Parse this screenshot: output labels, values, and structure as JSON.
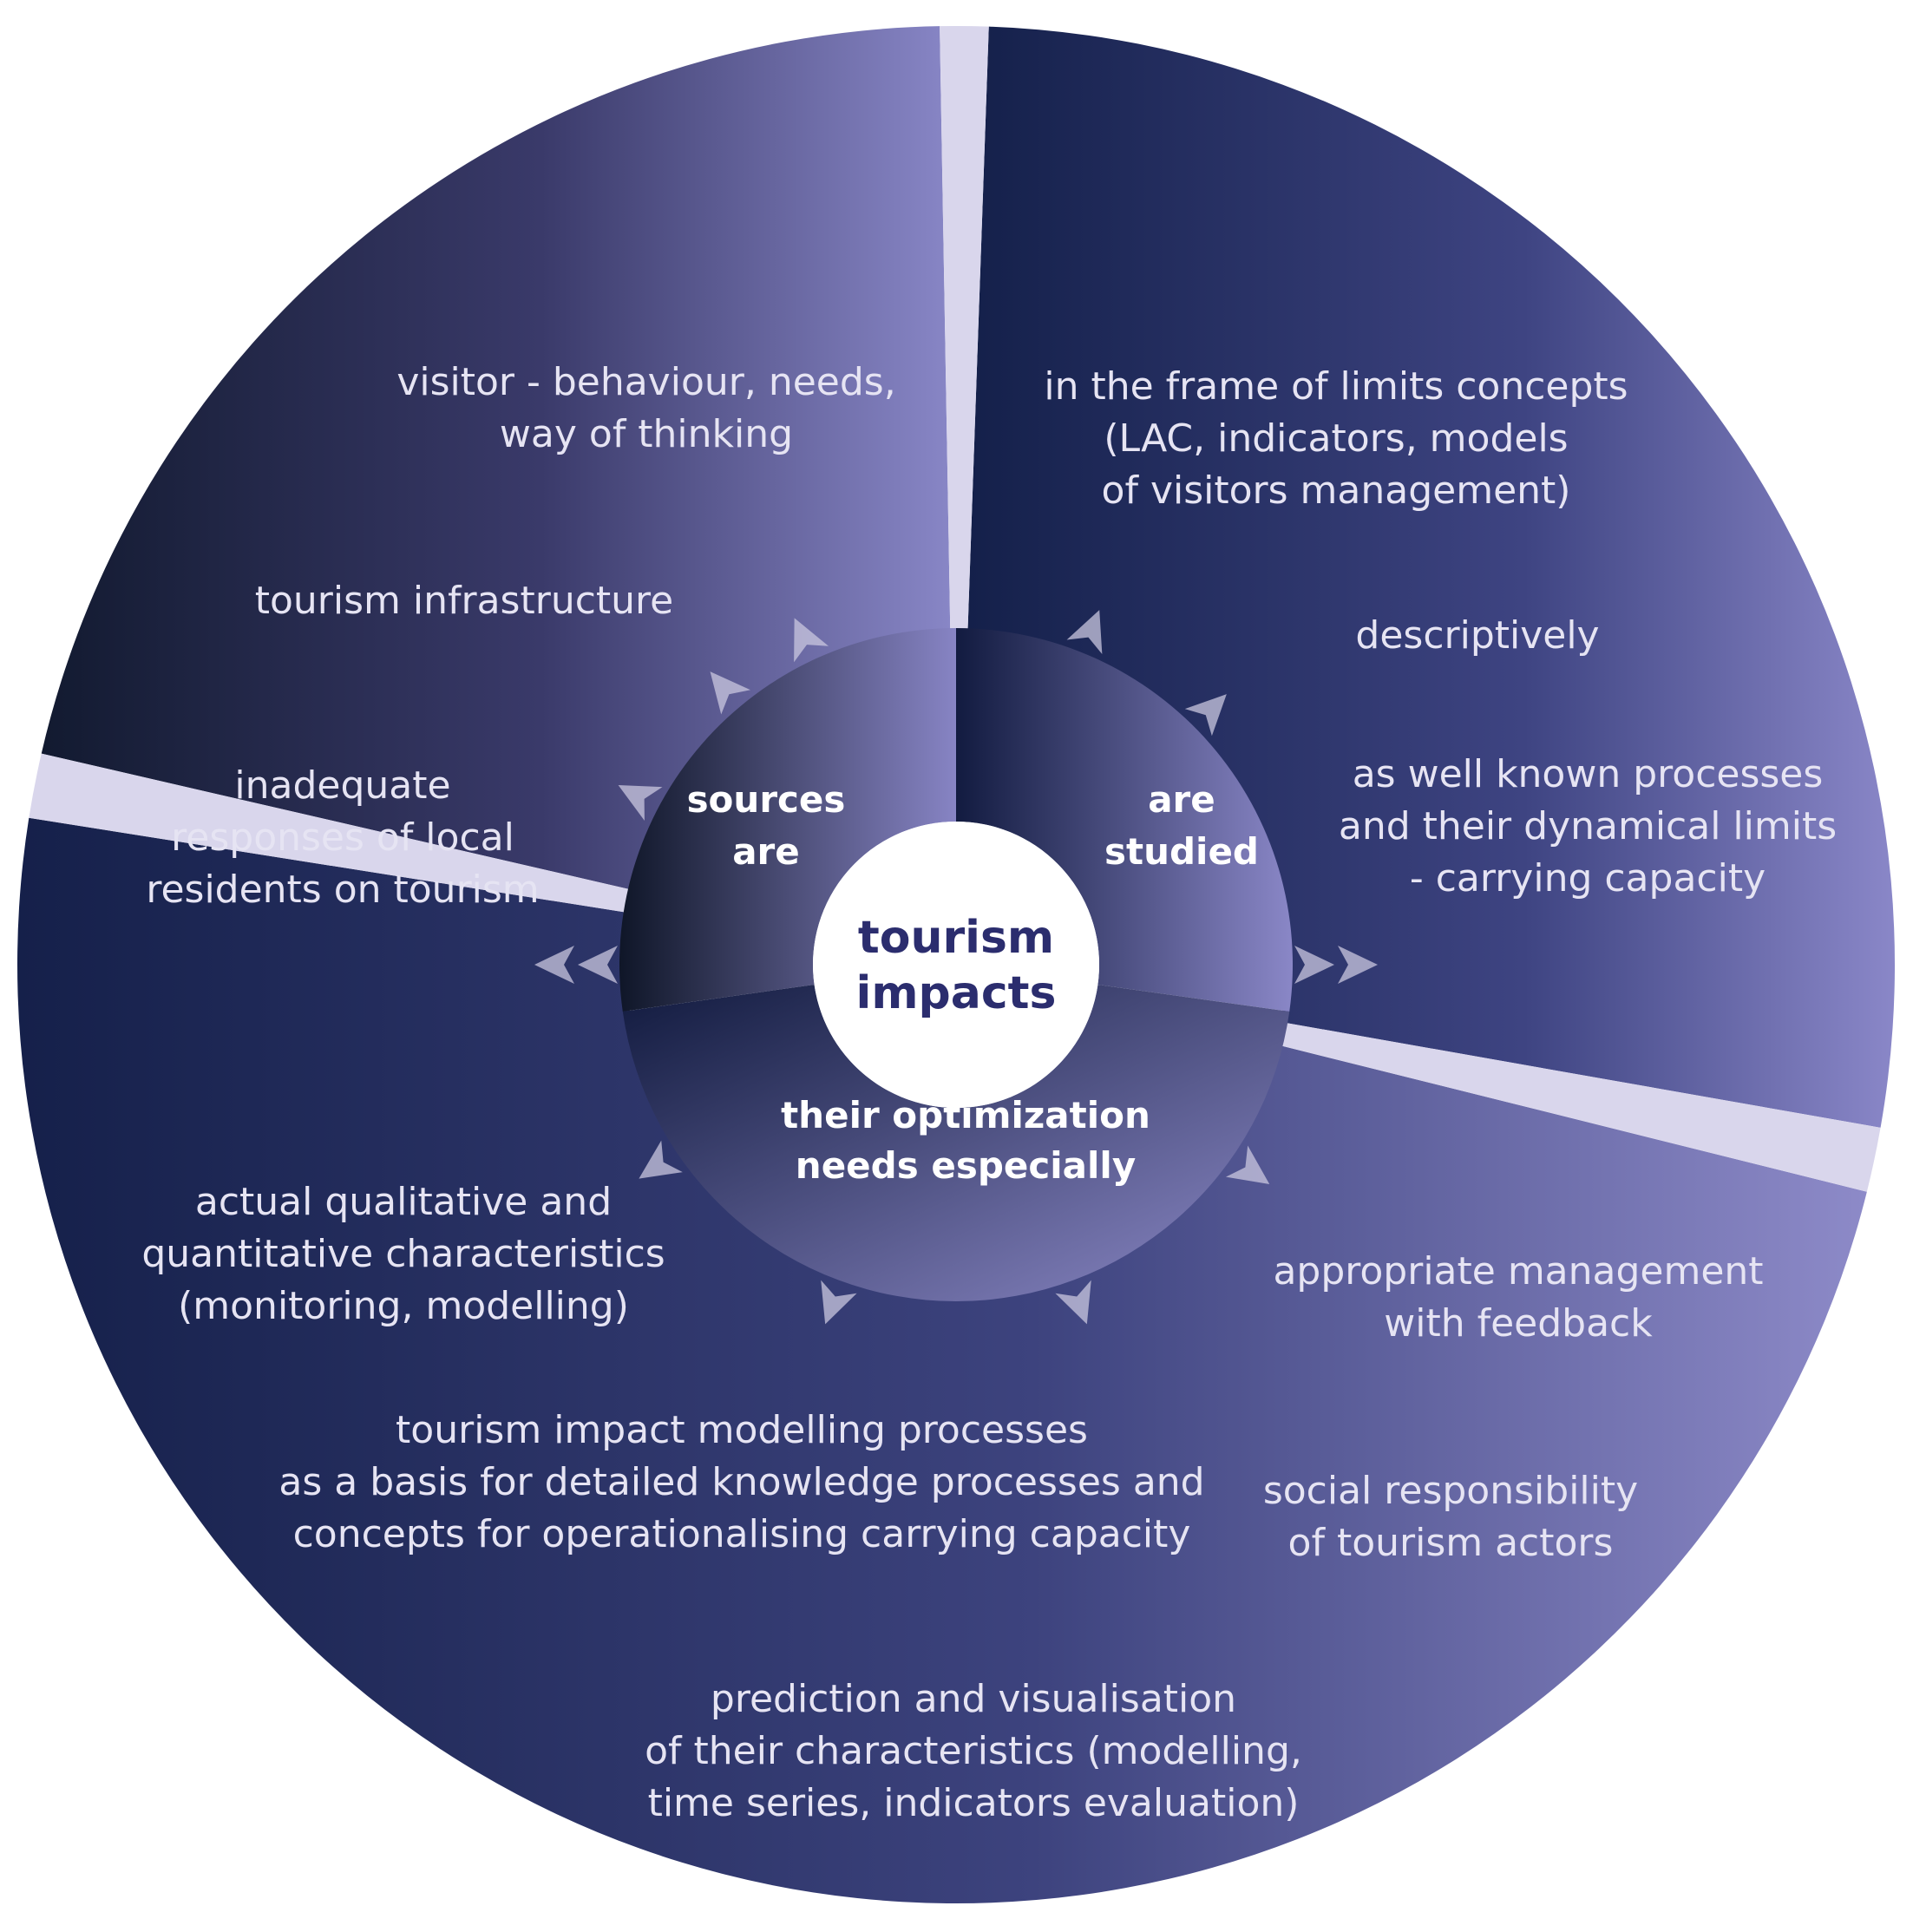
{
  "center": {
    "title_line1": "tourism",
    "title_line2": "impacts"
  },
  "ring": {
    "sources": [
      "sources",
      "are"
    ],
    "studied": [
      "are",
      "studied"
    ],
    "optimization": [
      "their optimization",
      "needs especially"
    ]
  },
  "sectors": {
    "sources": {
      "items": [
        {
          "lines": [
            "visitor - behaviour, needs,",
            "way of thinking"
          ]
        },
        {
          "lines": [
            "tourism infrastructure"
          ]
        },
        {
          "lines": [
            "inadequate",
            "responses of local",
            "residents on tourism"
          ]
        }
      ]
    },
    "studied": {
      "items": [
        {
          "lines": [
            "in the frame of limits concepts",
            "(LAC, indicators, models",
            "of visitors management)"
          ]
        },
        {
          "lines": [
            "descriptively"
          ]
        },
        {
          "lines": [
            "as well known processes",
            "and their dynamical limits",
            "- carrying capacity"
          ]
        }
      ]
    },
    "optimization": {
      "items": [
        {
          "lines": [
            "actual qualitative and",
            "quantitative characteristics",
            "(monitoring, modelling)"
          ]
        },
        {
          "lines": [
            "appropriate management",
            "with feedback"
          ]
        },
        {
          "lines": [
            "tourism impact modelling processes",
            "as a basis for detailed knowledge processes and",
            "concepts for operationalising carrying capacity"
          ]
        },
        {
          "lines": [
            "social responsibility",
            "of tourism actors"
          ]
        },
        {
          "lines": [
            "prediction and visualisation",
            "of their characteristics (modelling,",
            "time series, indicators evaluation)"
          ]
        }
      ]
    }
  },
  "colors": {
    "dark": "#111a33",
    "mid": "#2b3366",
    "light": "#8a87c6",
    "gap": "#d9d6ec",
    "core": "#ffffff",
    "core_text": "#2b2d6e"
  }
}
